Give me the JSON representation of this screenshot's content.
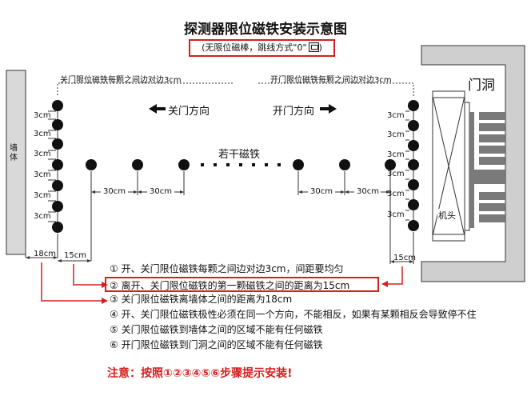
{
  "title": "探测器限位磁铁安装示意图",
  "subtitle": "(无限位磁棒，跳线方式\"0\"",
  "subtitle_close": ")",
  "labels": {
    "close_spacing": "关门限位磁铁每颗之间边对边3cm",
    "open_spacing": "开门限位磁铁每颗之间边对边3cm",
    "close_direction": "关门方向",
    "open_direction": "开门方向",
    "several_magnets": "若干磁铁",
    "door_opening": "门洞",
    "wall": "墙体",
    "machine_head": "机头"
  },
  "dimensions": {
    "three_cm": "3cm",
    "thirty_cm": "30cm",
    "eighteen_cm": "18cm",
    "fifteen_cm": "15cm"
  },
  "notes": [
    "① 开、关门限位磁铁每颗之间边对边3cm，间距要均匀",
    "② 离开、关门限位磁铁的第一颗磁铁之间的距离为15cm",
    "③ 关门限位磁铁离墙体之间的距离为18cm",
    "④ 开、关门限位磁铁极性必须在同一个方向，不能相反，如果有某颗相反会导致停不住",
    "⑤ 关门限位磁铁到墙体之间的区域不能有任何磁铁",
    "⑥ 开门限位磁铁到门洞之间的区域不能有任何磁铁"
  ],
  "warning": "注意：按照①②③④⑤⑥步骤提示安装!",
  "colors": {
    "accent_red": "#d42020",
    "wall_gray": "#d9d9d9",
    "frame_gray": "#cfcfcf",
    "dots": "#111111"
  }
}
